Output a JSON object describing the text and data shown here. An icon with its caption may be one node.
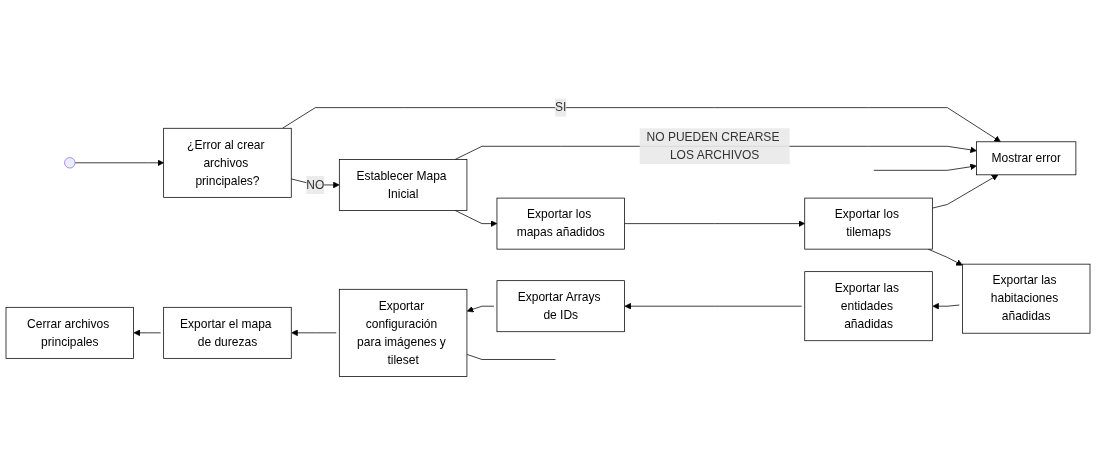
{
  "diagram": {
    "nodes": [
      {
        "text": [],
        "shape": "circle"
      },
      {
        "text": [
          "Mostrar error"
        ]
      },
      {
        "text": [
          "¿Error al crear archivos principales?"
        ]
      },
      {
        "text": [
          "Establecer Mapa Inicial"
        ]
      },
      {
        "text": [
          "Exportar los mapas añadidos"
        ]
      },
      {
        "text": [
          "Exportar los tilemaps"
        ]
      },
      {
        "text": [
          "Exportar las habitaciones añadidas"
        ]
      },
      {
        "text": [
          "Exportar las entidades añadidas"
        ]
      },
      {
        "text": [
          "Exportar Arrays de IDs"
        ]
      },
      {
        "text": [
          "Exportar configuración para imágenes y tileset"
        ]
      },
      {
        "text": [
          "Exportar el mapa de durezas"
        ]
      },
      {
        "text": [
          "Cerrar archivos principales"
        ]
      }
    ],
    "edges": [
      {
        "from": 0,
        "to": 2,
        "arrow": "to"
      },
      {
        "from": 2,
        "to": 1,
        "arrow": "to",
        "label": "SI"
      },
      {
        "from": 2,
        "to": 3,
        "arrow": "to",
        "label": "NO"
      },
      {
        "from": 3,
        "to": 1,
        "arrow": "to",
        "label": "NO PUEDEN CREARSE LOS ARCHIVOS"
      },
      {
        "from": 5,
        "to": 1,
        "arrow": "to"
      },
      {
        "from": null,
        "to": 1,
        "arrow": "to"
      },
      {
        "from": 3,
        "to": 4,
        "arrow": "to"
      },
      {
        "from": 4,
        "to": 5,
        "arrow": "to"
      },
      {
        "from": 5,
        "to": 6,
        "arrow": "to"
      },
      {
        "from": 6,
        "to": 7,
        "arrow": "to"
      },
      {
        "from": 7,
        "to": 8,
        "arrow": "to"
      },
      {
        "from": 8,
        "to": 9,
        "arrow": "to"
      },
      {
        "from": 9,
        "to": 10,
        "arrow": "to"
      },
      {
        "from": 10,
        "to": 11,
        "arrow": "to"
      },
      {
        "from": 9,
        "to": null,
        "arrow": "none"
      }
    ]
  }
}
